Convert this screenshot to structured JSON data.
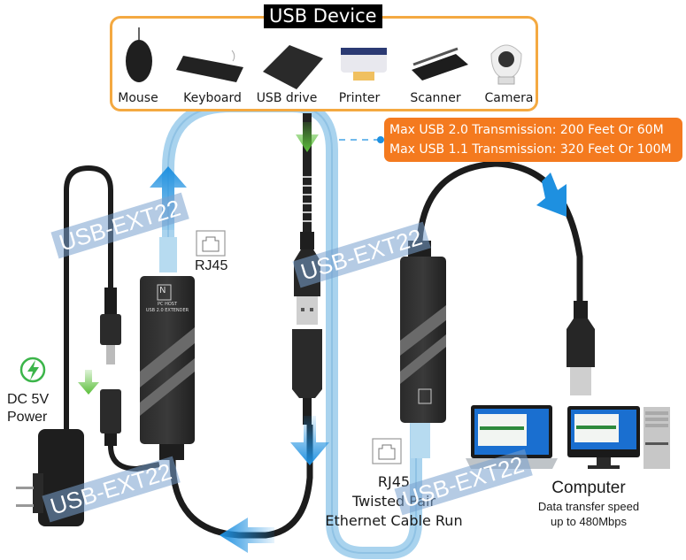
{
  "usb_device_panel": {
    "title": "USB Device",
    "devices": [
      {
        "label": "Mouse",
        "icon": "mouse-icon"
      },
      {
        "label": "Keyboard",
        "icon": "keyboard-icon"
      },
      {
        "label": "USB drive",
        "icon": "usb-drive-icon"
      },
      {
        "label": "Printer",
        "icon": "printer-icon"
      },
      {
        "label": "Scanner",
        "icon": "scanner-icon"
      },
      {
        "label": "Camera",
        "icon": "camera-icon"
      }
    ],
    "border_color": "#f4a941"
  },
  "transmission_callout": {
    "line1": "Max USB 2.0 Transmission: 200 Feet Or 60M",
    "line2": "Max USB 1.1 Transmission: 320 Feet Or 100M",
    "background": "#f47a1f"
  },
  "power": {
    "line1": "DC 5V",
    "line2": "Power",
    "icon": "lightning-bolt-icon",
    "accent": "#3cb54a"
  },
  "rj45_left": {
    "label": "RJ45",
    "icon": "rj45-port-icon"
  },
  "rj45_bottom": {
    "label": "RJ45",
    "line2": "Twisted Pair",
    "line3": "Ethernet Cable Run",
    "icon": "rj45-port-icon"
  },
  "extender_unit": {
    "brand_glyph": "N",
    "line1": "PC HOST",
    "line2": "USB 2.0 EXTENDER"
  },
  "computer": {
    "title": "Computer",
    "line1": "Data transfer speed",
    "line2": "up to 480Mbps"
  },
  "watermark": "USB-EXT22",
  "colors": {
    "flow_arrow": "#1e90e0",
    "ethernet_cable": "#a9d3ee",
    "down_arrow": "#5bbf3a"
  }
}
